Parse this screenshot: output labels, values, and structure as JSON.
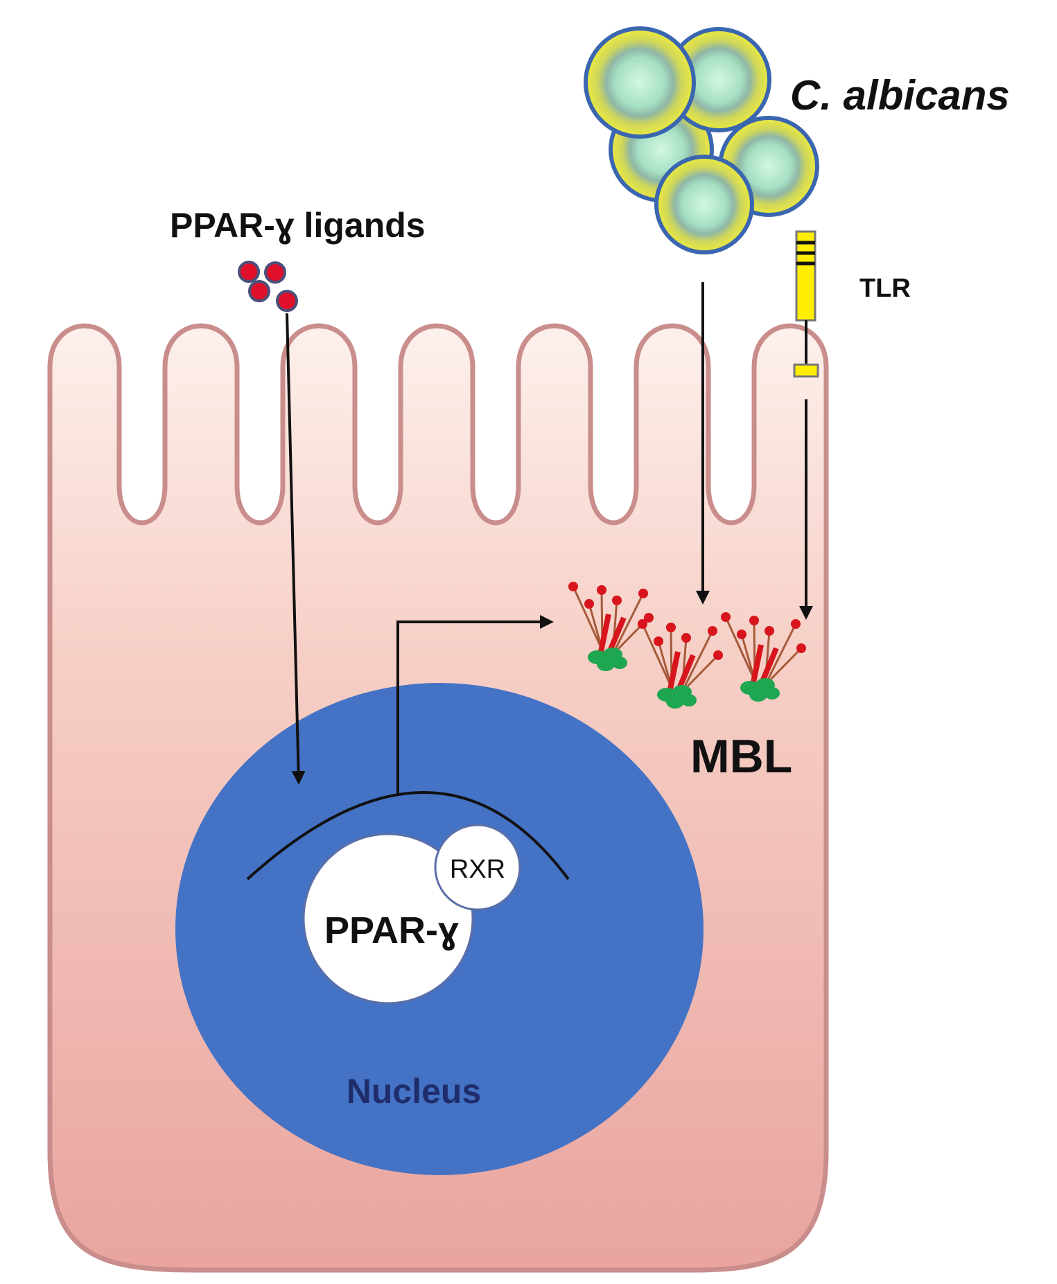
{
  "labels": {
    "ligands": "PPAR-ɣ  ligands",
    "candida": "C. albicans",
    "tlr": "TLR",
    "mbl": "MBL",
    "rxr": "RXR",
    "ppar": "PPAR-ɣ",
    "nucleus": "Nucleus"
  },
  "colors": {
    "cell_top": "#fdf0ec",
    "cell_bottom": "#eaa6a0",
    "cell_outline": "#c98d8b",
    "nucleus": "#4472c4",
    "ligand": "#e0102b",
    "yeast_rim": "#e4e33c",
    "yeast_core": "#c9f2da",
    "tlr": "#ffee00",
    "mbl_stalk": "#d8141c",
    "mbl_base": "#1fa650"
  },
  "icons": [
    "ligand-dot-icon",
    "yeast-cell-icon",
    "tlr-receptor-icon",
    "mbl-molecule-icon"
  ]
}
